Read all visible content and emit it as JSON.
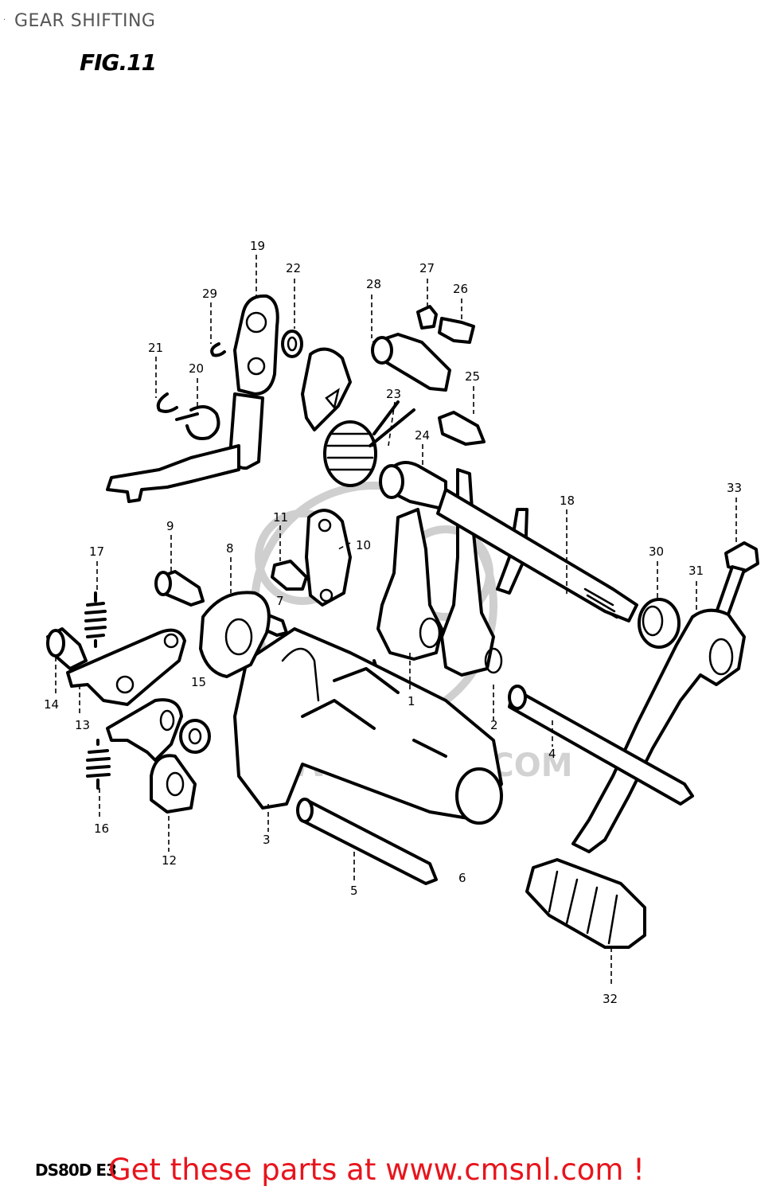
{
  "header": {
    "title": "GEAR SHIFTING",
    "figure_label": "FIG.11"
  },
  "footer": {
    "model_code": "DS80D E3",
    "promo": "Get these parts at www.cmsnl.com !"
  },
  "watermark": {
    "text": "WWW.CMSNL.COM",
    "color": "#d2d2d2"
  },
  "colors": {
    "promo": "#e8141c",
    "header": "#555555",
    "ink": "#000000"
  },
  "callouts": [
    "1",
    "2",
    "3",
    "4",
    "5",
    "6",
    "7",
    "8",
    "9",
    "10",
    "11",
    "12",
    "13",
    "14",
    "15",
    "16",
    "17",
    "18",
    "19",
    "20",
    "21",
    "22",
    "23",
    "24",
    "25",
    "26",
    "27",
    "28",
    "29",
    "30",
    "31",
    "32",
    "33"
  ]
}
